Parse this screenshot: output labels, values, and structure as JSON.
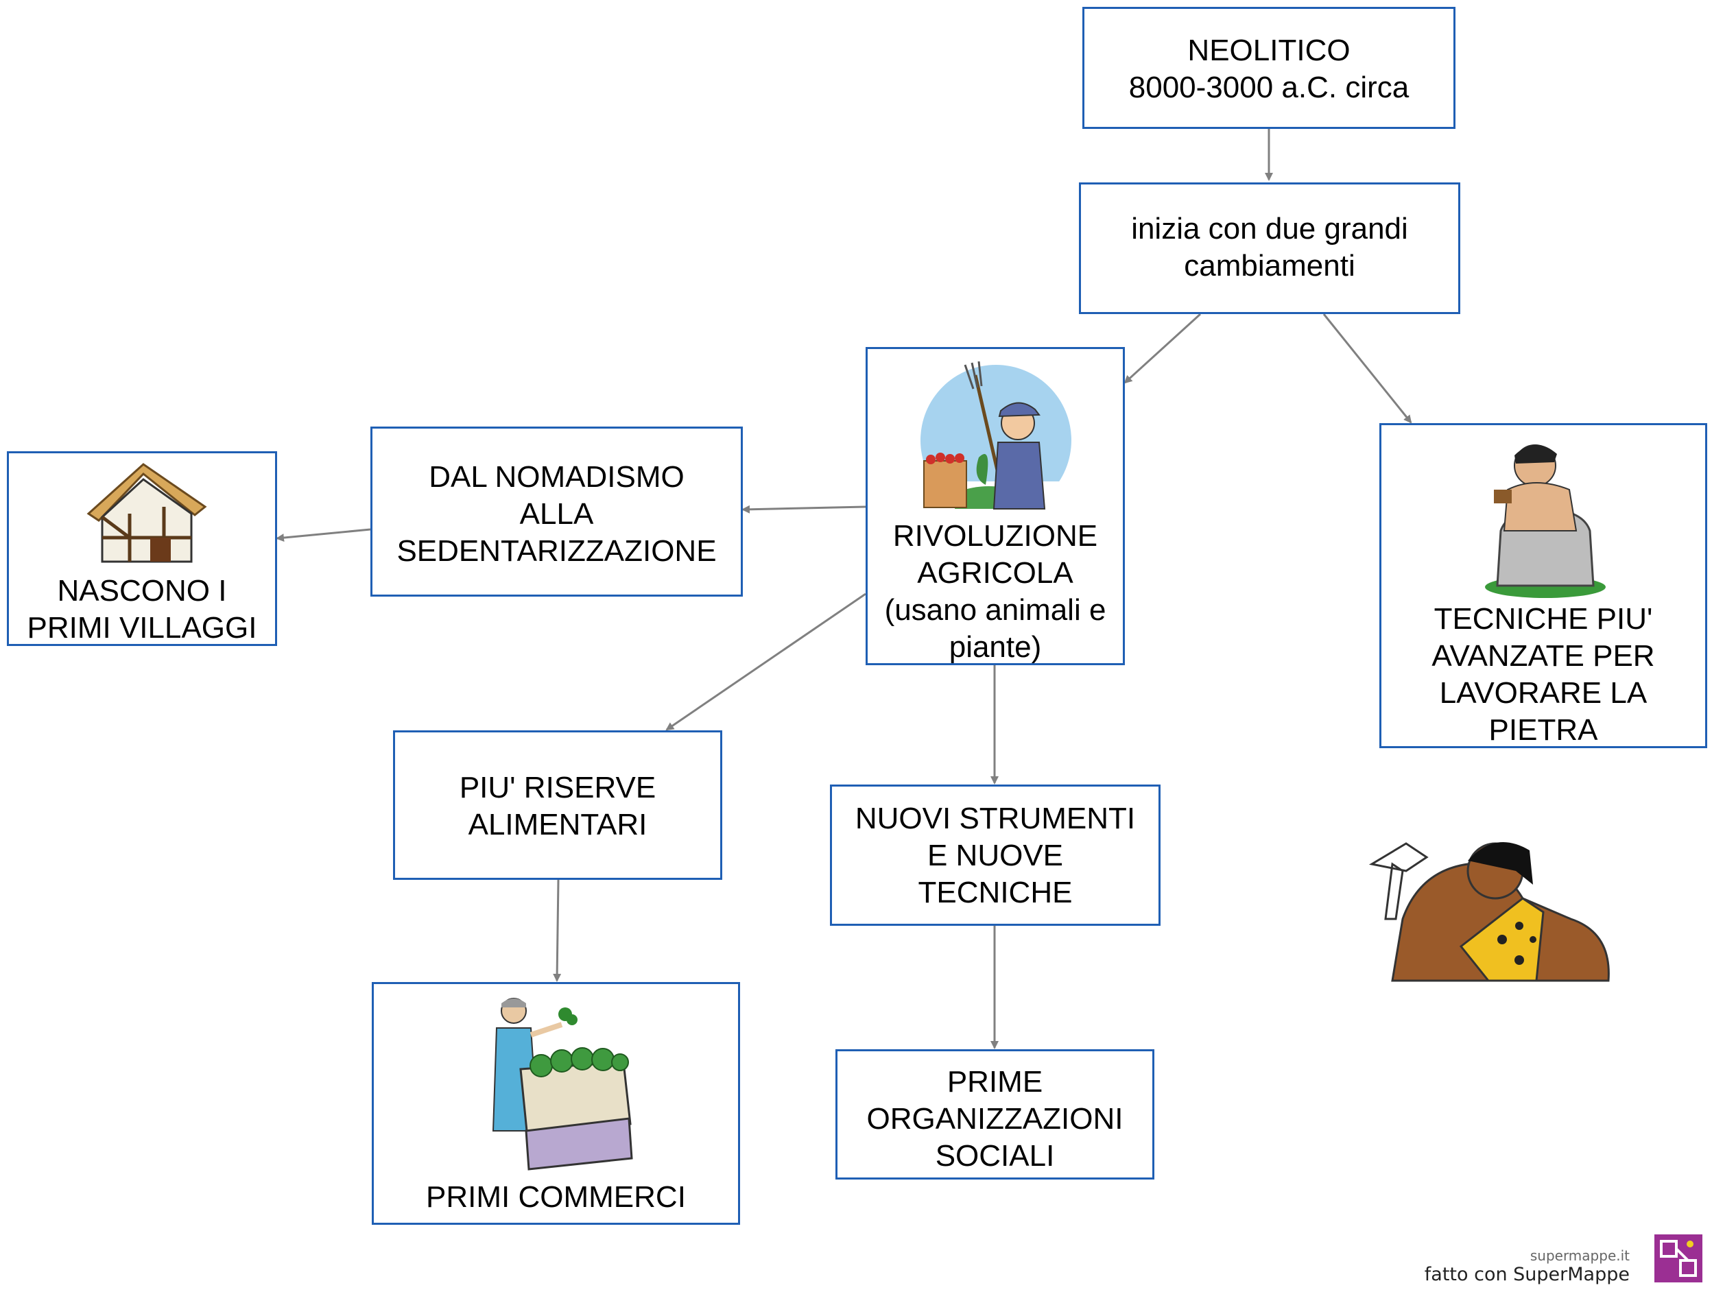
{
  "nodes": {
    "neolitico": "NEOLITICO\n8000-3000 a.C. circa",
    "cambiamenti": "inizia con due grandi\ncambiamenti",
    "rivoluzione": "RIVOLUZIONE\nAGRICOLA\n(usano animali e\npiante)",
    "tecniche_pietra": "TECNICHE PIU'\nAVANZATE PER\nLAVORARE LA\nPIETRA",
    "nomadismo": "DAL NOMADISMO\nALLA\nSEDENTARIZZAZIONE",
    "villaggi": "NASCONO I\nPRIMI VILLAGGI",
    "riserve": "PIU' RISERVE\nALIMENTARI",
    "strumenti": "NUOVI STRUMENTI\nE NUOVE\nTECNICHE",
    "commerci": "PRIMI COMMERCI",
    "organizzazioni": "PRIME\nORGANIZZAZIONI\nSOCIALI"
  },
  "footer": {
    "site": "supermappe.it",
    "made_with": "fatto con SuperMappe"
  },
  "colors": {
    "node_border": "#1f5fb4",
    "arrow": "#808080",
    "logo": "#9b2f93"
  },
  "icons": [
    "farmer-icon",
    "house-icon",
    "stone-worker-icon",
    "market-woman-icon",
    "caveman-icon",
    "supermappe-logo-icon"
  ]
}
